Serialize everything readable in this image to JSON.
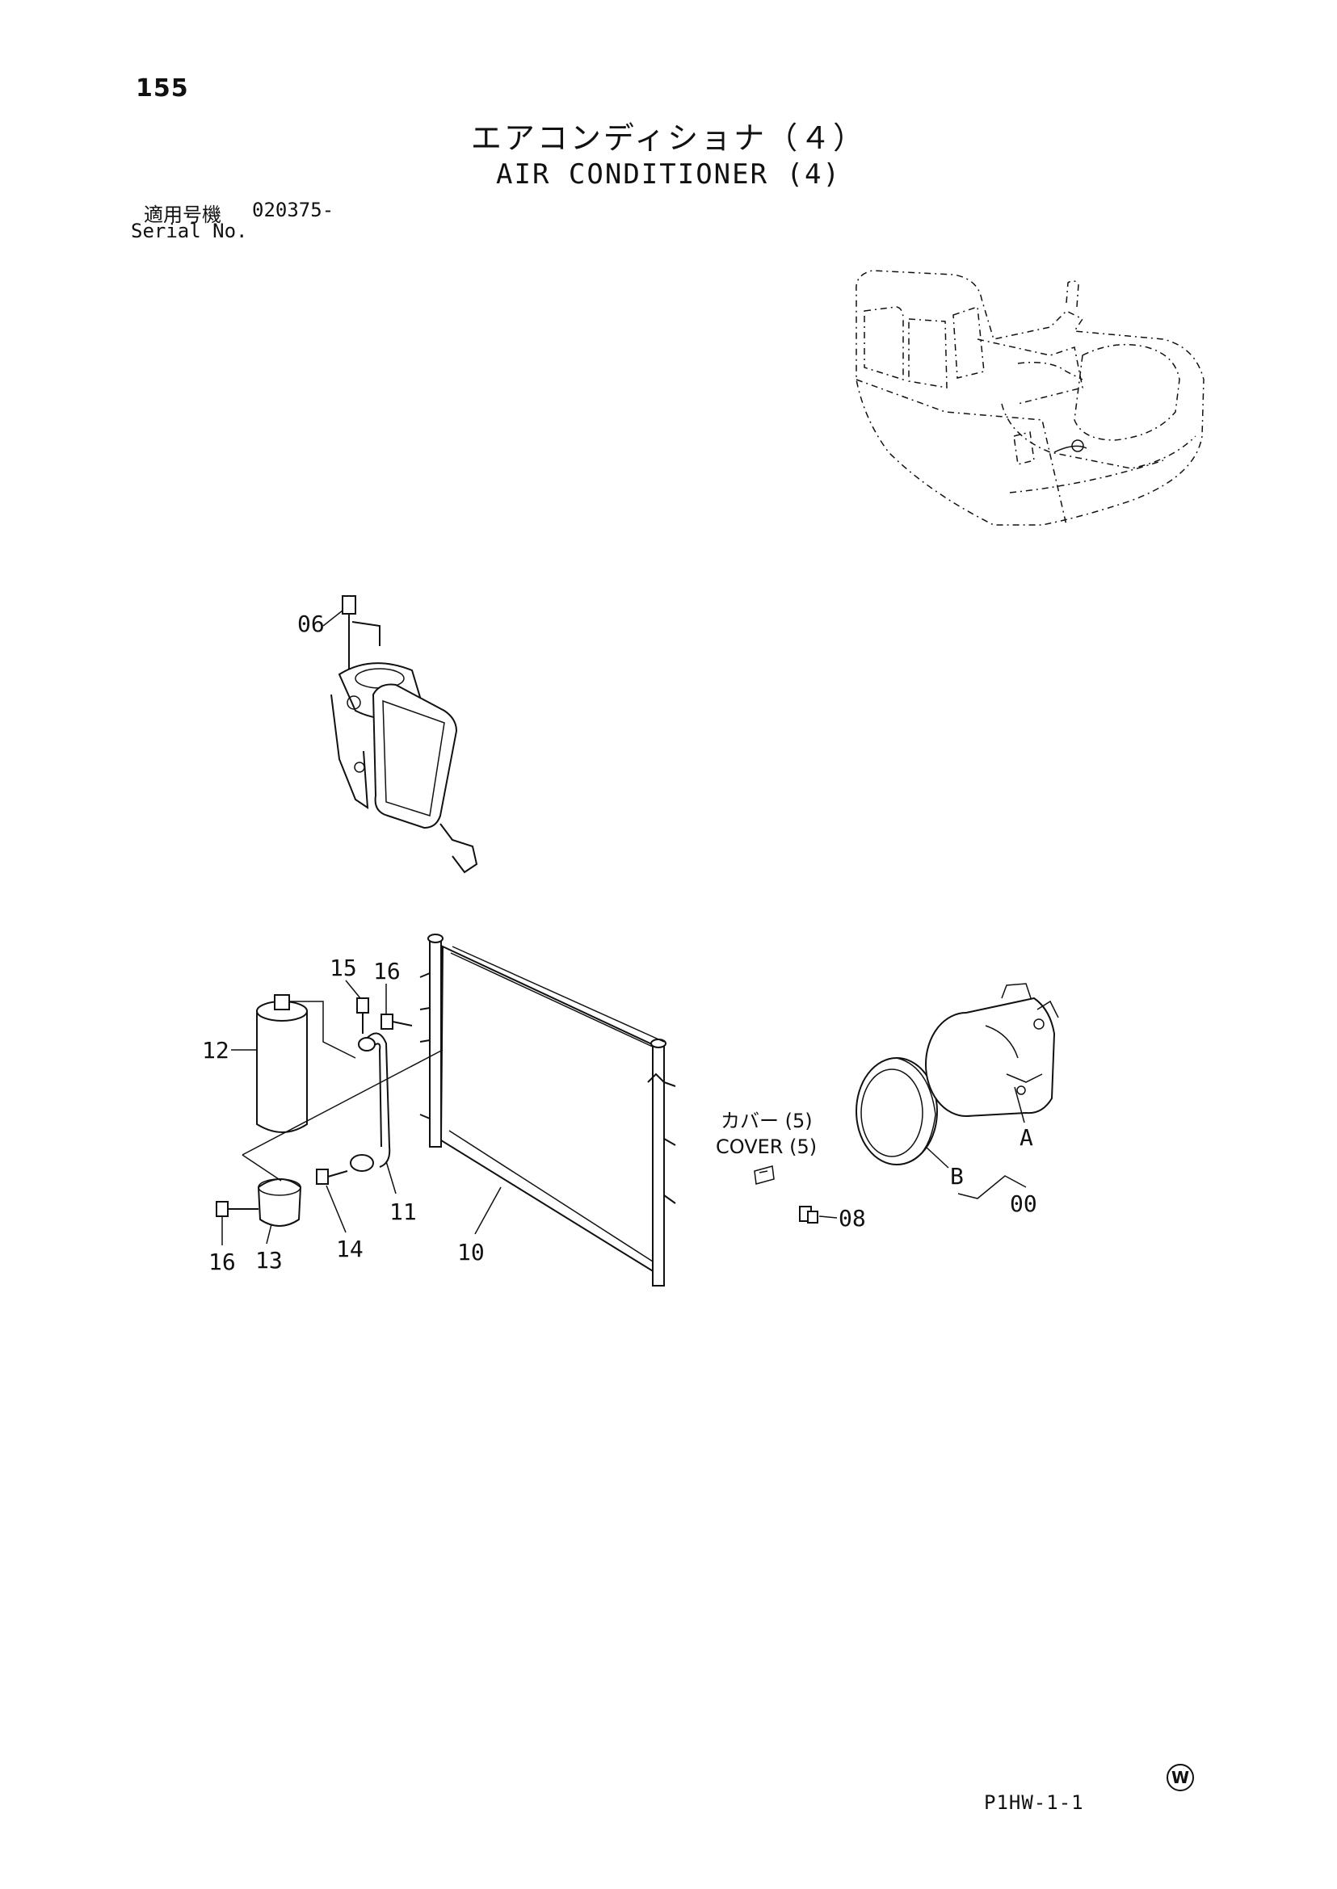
{
  "header": {
    "page_number": "155",
    "title_jp": "エアコンディショナ（４）",
    "title_en": "AIR CONDITIONER (4)",
    "serial_label_jp": "適用号機",
    "serial_value": "020375-",
    "serial_label_en": "Serial No."
  },
  "callouts": {
    "c06": "06",
    "c15": "15",
    "c16a": "16",
    "c12": "12",
    "c16b": "16",
    "c13": "13",
    "c14": "14",
    "c11": "11",
    "c10": "10",
    "cover_jp": "カバー (5)",
    "cover_en": "COVER (5)",
    "c08": "08",
    "cA": "A",
    "cB": "B",
    "c00": "00"
  },
  "footer": {
    "mark": "W",
    "code": "P1HW-1-1"
  },
  "icons": {
    "excavator": "excavator-overview-icon",
    "mirror": "mirror-assembly-icon",
    "condenser": "condenser-icon",
    "receiver_dryer": "receiver-dryer-icon",
    "compressor": "compressor-icon",
    "pulley": "clutch-pulley-icon"
  }
}
